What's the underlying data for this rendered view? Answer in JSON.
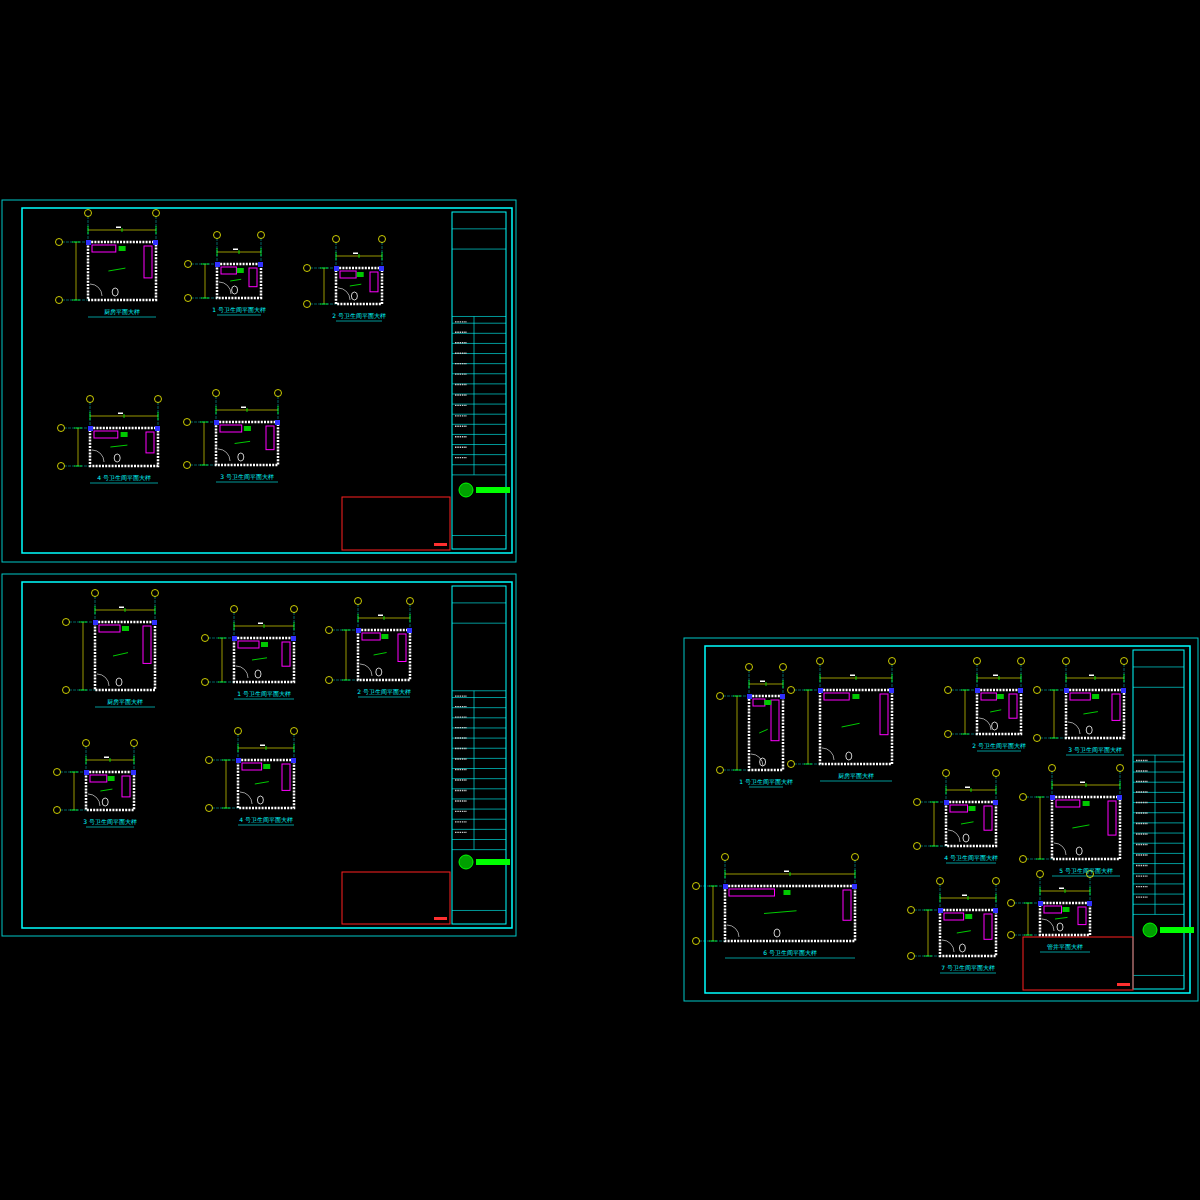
{
  "diagram": {
    "labels": [
      "厨房平面大样",
      "1 号卫生间平面大样",
      "2 号卫生间平面大样",
      "4 号卫生间平面大样",
      "3 号卫生间平面大样",
      "厨房平面大样",
      "1 号卫生间平面大样",
      "2 号卫生间平面大样",
      "3 号卫生间平面大样",
      "4 号卫生间平面大样",
      "1 号卫生间平面大样",
      "厨房平面大样",
      "2 号卫生间平面大样",
      "3 号卫生间平面大样",
      "4 号卫生间平面大样",
      "5 号卫生间平面大样",
      "6 号卫生间平面大样",
      "7 号卫生间平面大样",
      "管井平面大样"
    ]
  }
}
